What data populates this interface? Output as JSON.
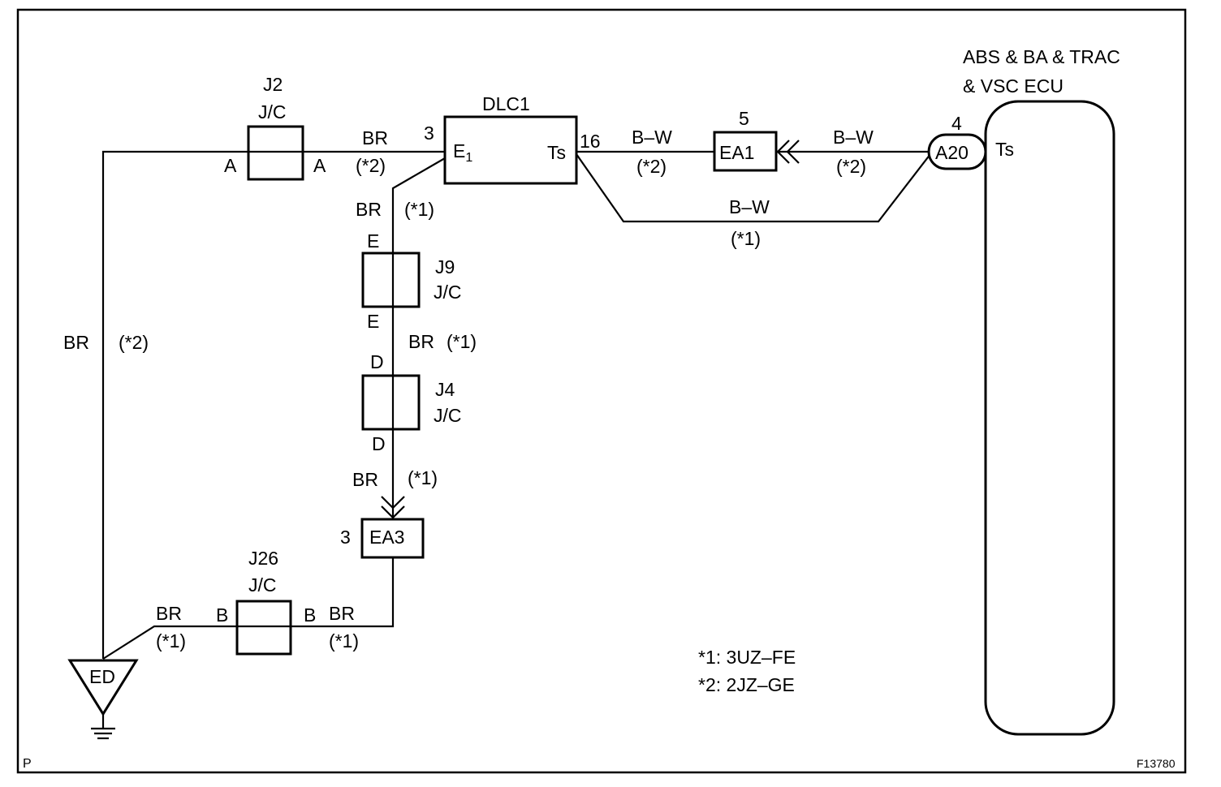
{
  "components": {
    "ecu": {
      "name_line1": "ABS & BA & TRAC",
      "name_line2": "& VSC ECU",
      "pin_label": "Ts"
    },
    "a20": {
      "name": "A20",
      "pin": "4"
    },
    "ea1": {
      "name": "EA1",
      "pin": "5"
    },
    "ea3": {
      "name": "EA3",
      "pin": "3"
    },
    "dlc1": {
      "name": "DLC1",
      "pin_e1": "E",
      "pin_e1_sub": "1",
      "pin_ts": "Ts",
      "pin_e1_number": "3",
      "pin_ts_number": "16"
    },
    "j2": {
      "name": "J2",
      "type": "J/C",
      "left_pin": "A",
      "right_pin": "A"
    },
    "j9": {
      "name": "J9",
      "type": "J/C",
      "top_pin": "E",
      "bottom_pin": "E"
    },
    "j4": {
      "name": "J4",
      "type": "J/C",
      "top_pin": "D",
      "bottom_pin": "D"
    },
    "j26": {
      "name": "J26",
      "type": "J/C",
      "left_pin": "B",
      "right_pin": "B"
    },
    "ed": {
      "name": "ED"
    }
  },
  "wires": {
    "j2_dlc_color": "BR",
    "j2_dlc_note": "(*2)",
    "dlc_j9_color": "BR",
    "dlc_j9_note": "(*1)",
    "j9_j4_color": "BR",
    "j9_j4_note": "(*1)",
    "j4_ea3_color": "BR",
    "j4_ea3_note": "(*1)",
    "ea3_j26_color": "BR",
    "ea3_j26_note": "(*1)",
    "j26_ed_color": "BR",
    "j26_ed_note": "(*1)",
    "ed_j2_color": "BR",
    "ed_j2_note": "(*2)",
    "dlc_ea1_color": "B–W",
    "dlc_ea1_note": "(*2)",
    "ea1_a20_color": "B–W",
    "ea1_a20_note": "(*2)",
    "dlc_a20_color": "B–W",
    "dlc_a20_note": "(*1)"
  },
  "legend": {
    "note1": "*1: 3UZ–FE",
    "note2": "*2: 2JZ–GE"
  },
  "corner_labels": {
    "bottom_left": "P",
    "figure_id": "F13780"
  }
}
